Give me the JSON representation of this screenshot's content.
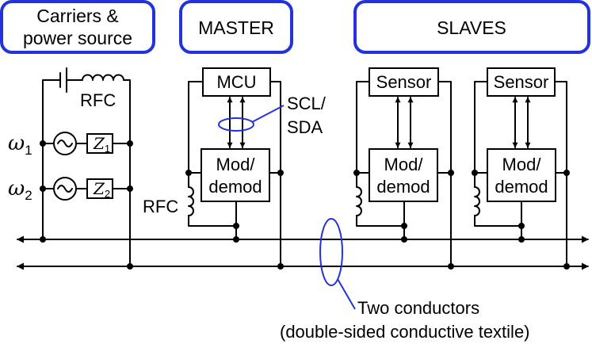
{
  "headers": {
    "carriers_line1": "Carriers &",
    "carriers_line2": "power source",
    "master": "MASTER",
    "slaves": "SLAVES"
  },
  "power_source": {
    "rfc": "RFC",
    "omega1": "ω",
    "omega1_sub": "1",
    "omega2": "ω",
    "omega2_sub": "2",
    "z1": "Z",
    "z1_sub": "1",
    "z2": "Z",
    "z2_sub": "2"
  },
  "master": {
    "mcu": "MCU",
    "mod_line1": "Mod/",
    "mod_line2": "demod",
    "rfc": "RFC",
    "bus_line1": "SCL/",
    "bus_line2": "SDA"
  },
  "slaves": [
    {
      "sensor": "Sensor",
      "mod_line1": "Mod/",
      "mod_line2": "demod"
    },
    {
      "sensor": "Sensor",
      "mod_line1": "Mod/",
      "mod_line2": "demod"
    }
  ],
  "conductors": {
    "line1": "Two conductors",
    "line2": "(double-sided conductive textile)"
  },
  "colors": {
    "accent": "#2233dd",
    "line": "#000000"
  }
}
